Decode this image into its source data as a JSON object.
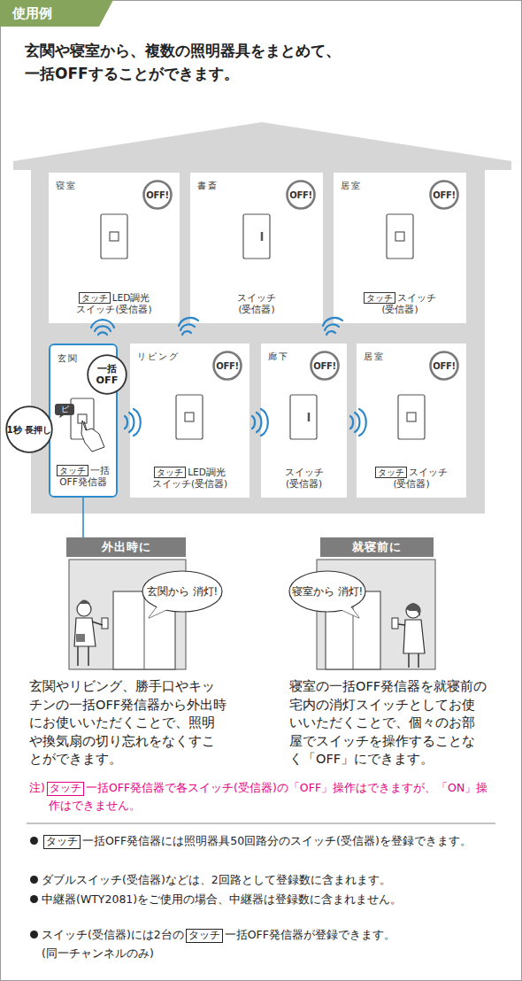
{
  "diagram": {
    "title": "玄関や寝室から、複数の照明器具をまとめて、 一括OFFすることができます。",
    "nodes": [
      {
        "text": [
          "使用例"
        ]
      },
      {
        "text": [
          "寝室",
          "タッチ",
          "LED調光 スイッチ(受信器)"
        ]
      },
      {
        "text": [
          "OFF!"
        ],
        "in": 1
      },
      {
        "text": [
          "書斎",
          "スイッチ (受信器)"
        ]
      },
      {
        "text": [
          "OFF!"
        ],
        "in": 3
      },
      {
        "text": [
          "居室",
          "タッチ",
          "スイッチ (受信器)"
        ]
      },
      {
        "text": [
          "OFF!"
        ],
        "in": 5
      },
      {
        "text": [
          "玄関",
          "タッチ",
          "一括 OFF発信器"
        ]
      },
      {
        "text": [
          "一括 OFF"
        ],
        "in": 7
      },
      {
        "text": [
          "1秒 長押し"
        ],
        "in": 7
      },
      {
        "text": [
          "ピ"
        ],
        "in": 7
      },
      {
        "text": [
          "リビング",
          "タッチ",
          "LED調光 スイッチ(受信器)"
        ]
      },
      {
        "text": [
          "OFF!"
        ],
        "in": 11
      },
      {
        "text": [
          "廊下",
          "スイッチ (受信器)"
        ]
      },
      {
        "text": [
          "OFF!"
        ],
        "in": 13
      },
      {
        "text": [
          "居室",
          "タッチ",
          "スイッチ (受信器)"
        ]
      },
      {
        "text": [
          "OFF!"
        ],
        "in": 15
      },
      {
        "text": [
          "外出時に"
        ]
      },
      {
        "text": [
          "玄関から 消灯!"
        ]
      },
      {
        "text": [
          "就寝前に"
        ]
      },
      {
        "text": [
          "寝室から 消灯!"
        ]
      }
    ],
    "edges": [
      {
        "from": 7,
        "to": 17,
        "arrow": "none"
      }
    ],
    "labels": [
      "玄関やリビング、勝手口やキッチンの一括OFF発信器から外出時にお使いいただくことで、照明や換気扇の切り忘れをなくすことができます。",
      "寝室の一括OFF発信器を就寝前の宅内の消灯スイッチとしてお使いいただくことで、個々のお部屋でスイッチを操作することなく「OFF」にできます。",
      "注)",
      "タッチ",
      "一括OFF発信器で各スイッチ(受信器)の「OFF」操作はできますが、「ON」操作はできません。",
      "タッチ",
      "一括OFF発信器には照明器具50回路分のスイッチ(受信器)を登録できます。",
      "ダブルスイッチ(受信器)などは、2回路として登録数に含まれます。",
      "中継器(WTY2081)をご使用の場合、中継器は登録数に含まれません。",
      "スイッチ(受信器)には2台の",
      "タッチ",
      "一括OFF発信器が登録できます。",
      "(同一チャンネルのみ)"
    ]
  }
}
